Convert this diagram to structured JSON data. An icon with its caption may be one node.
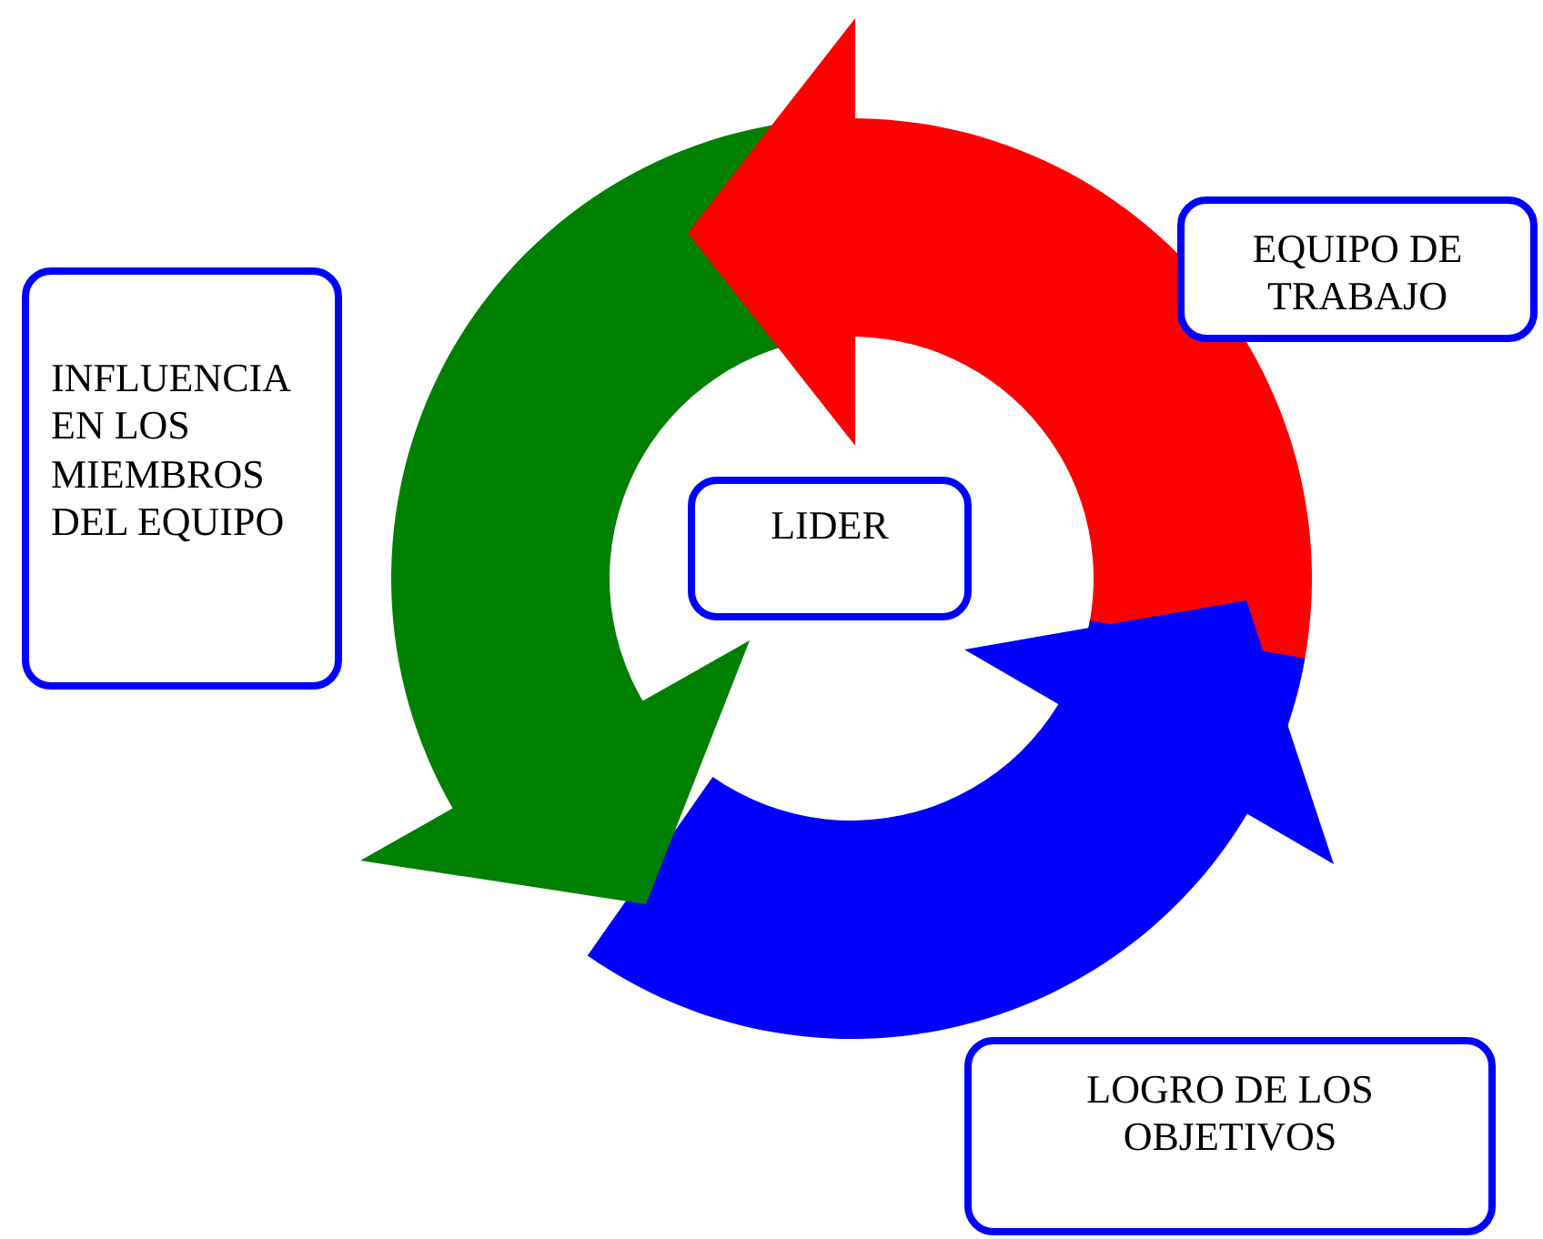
{
  "diagram": {
    "nodes": [
      {
        "text": [
          "LIDER"
        ]
      },
      {
        "text": [
          "EQUIPO DE TRABAJO"
        ]
      },
      {
        "text": [
          "LOGRO DE LOS OBJETIVOS"
        ]
      },
      {
        "text": [
          "INFLUENCIA EN LOS MIEMBROS DEL EQUIPO"
        ]
      }
    ]
  }
}
